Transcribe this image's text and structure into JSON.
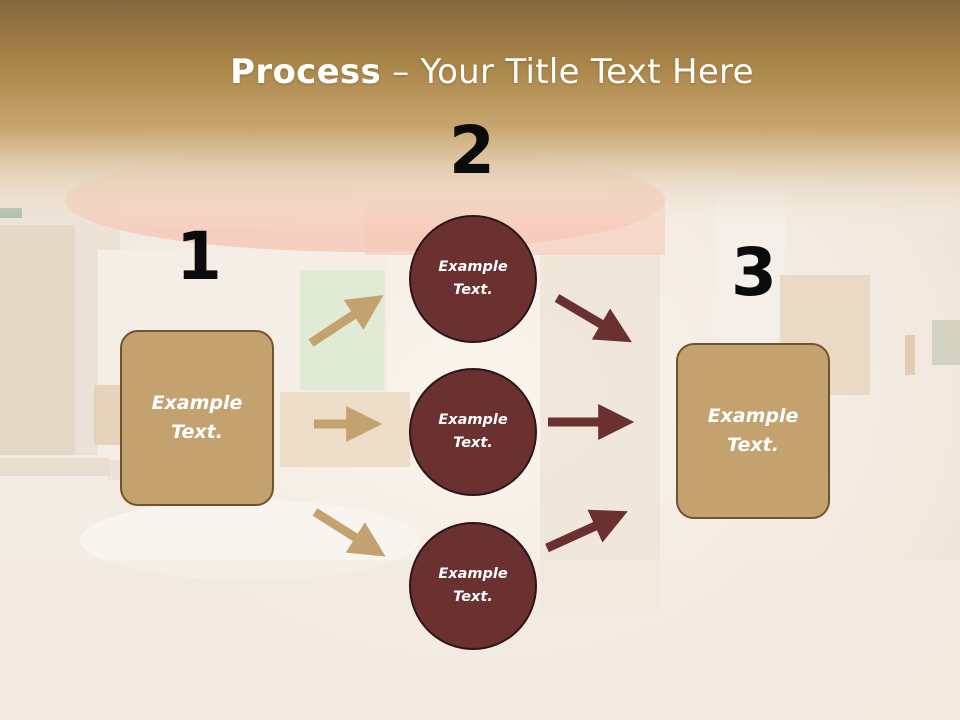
{
  "slide": {
    "title_bold": "Process",
    "title_rest": " – Your Title Text Here"
  },
  "steps": [
    {
      "number": "1",
      "label": "Example Text."
    },
    {
      "number": "2"
    },
    {
      "number": "3",
      "label": "Example Text."
    }
  ],
  "nodes": [
    {
      "label": "Example Text."
    },
    {
      "label": "Example Text."
    },
    {
      "label": "Example Text."
    }
  ],
  "colors": {
    "box_fill": "#c4a26f",
    "circle_fill": "#6b3131",
    "arrow_tan": "#c4a26f",
    "arrow_maroon": "#6b3131",
    "header_band": "#b08a4e"
  }
}
